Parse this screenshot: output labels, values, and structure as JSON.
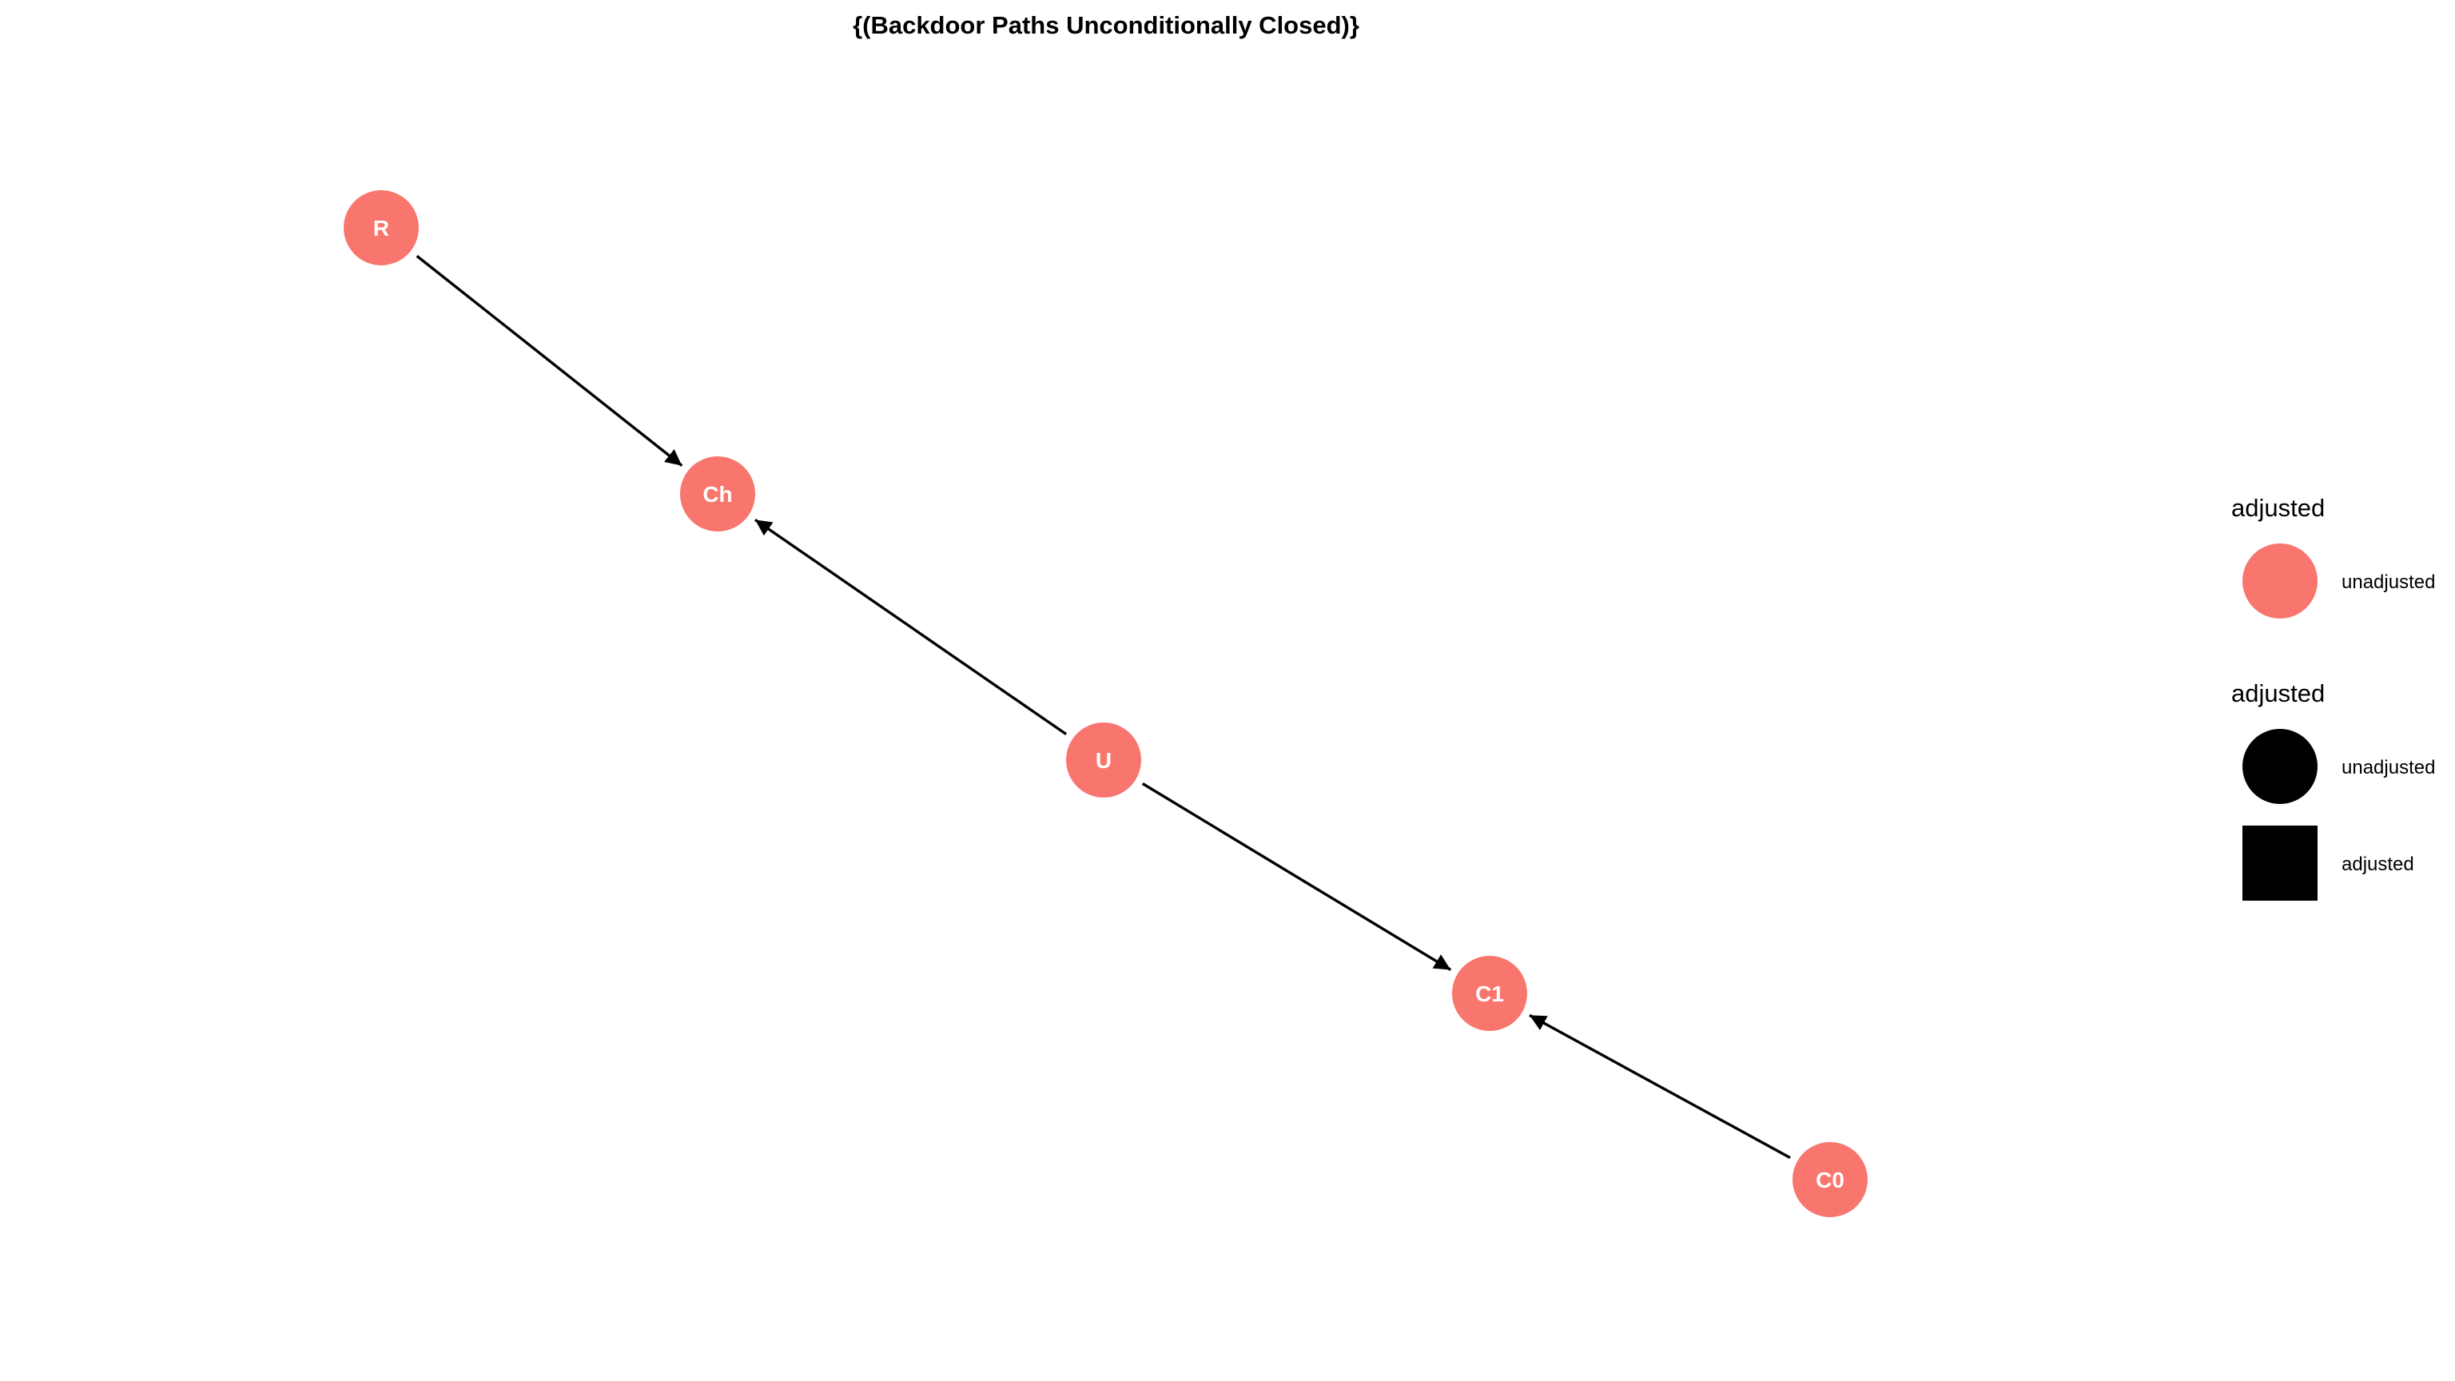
{
  "title": "{(Backdoor Paths Unconditionally Closed)}",
  "colors": {
    "node_fill": "#F8766D",
    "node_text": "#FFFFFF",
    "edge": "#000000",
    "shape_legend_fill": "#000000"
  },
  "nodes": [
    {
      "id": "R",
      "label": "R",
      "adjusted": "unadjusted"
    },
    {
      "id": "Ch",
      "label": "Ch",
      "adjusted": "unadjusted"
    },
    {
      "id": "U",
      "label": "U",
      "adjusted": "unadjusted"
    },
    {
      "id": "C1",
      "label": "C1",
      "adjusted": "unadjusted"
    },
    {
      "id": "C0",
      "label": "C0",
      "adjusted": "unadjusted"
    }
  ],
  "edges": [
    {
      "from": "R",
      "to": "Ch"
    },
    {
      "from": "U",
      "to": "Ch"
    },
    {
      "from": "U",
      "to": "C1"
    },
    {
      "from": "C0",
      "to": "C1"
    }
  ],
  "legend": {
    "color": {
      "title": "adjusted",
      "items": [
        {
          "label": "unadjusted",
          "shape": "circle"
        }
      ]
    },
    "shape": {
      "title": "adjusted",
      "items": [
        {
          "label": "unadjusted",
          "shape": "circle"
        },
        {
          "label": "adjusted",
          "shape": "square"
        }
      ]
    }
  }
}
